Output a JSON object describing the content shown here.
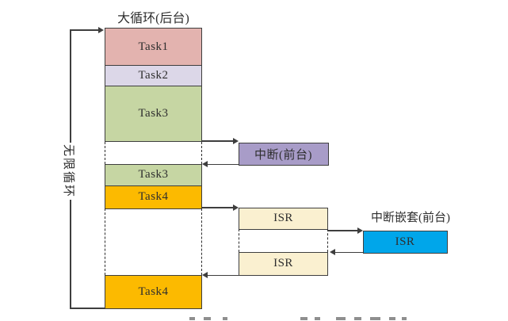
{
  "diagram": {
    "title": "大循环(后台)",
    "loop_label": "无限循环",
    "interrupt_box_label": "中断(前台)",
    "nested_interrupt_label": "中断嵌套(前台)",
    "tasks": {
      "task1": "Task1",
      "task2": "Task2",
      "task3": "Task3",
      "task3_resume": "Task3",
      "task4": "Task4",
      "task4_resume": "Task4"
    },
    "isr": {
      "first": "ISR",
      "second": "ISR",
      "nested": "ISR"
    },
    "colors": {
      "task1": "#e3b3af",
      "task2": "#dcd7e8",
      "task3": "#c6d6a3",
      "task4": "#fcba00",
      "interrupt": "#a89cc8",
      "isr": "#faf0d0",
      "nested_isr": "#00a6ea",
      "line": "#3e3e3e"
    }
  }
}
